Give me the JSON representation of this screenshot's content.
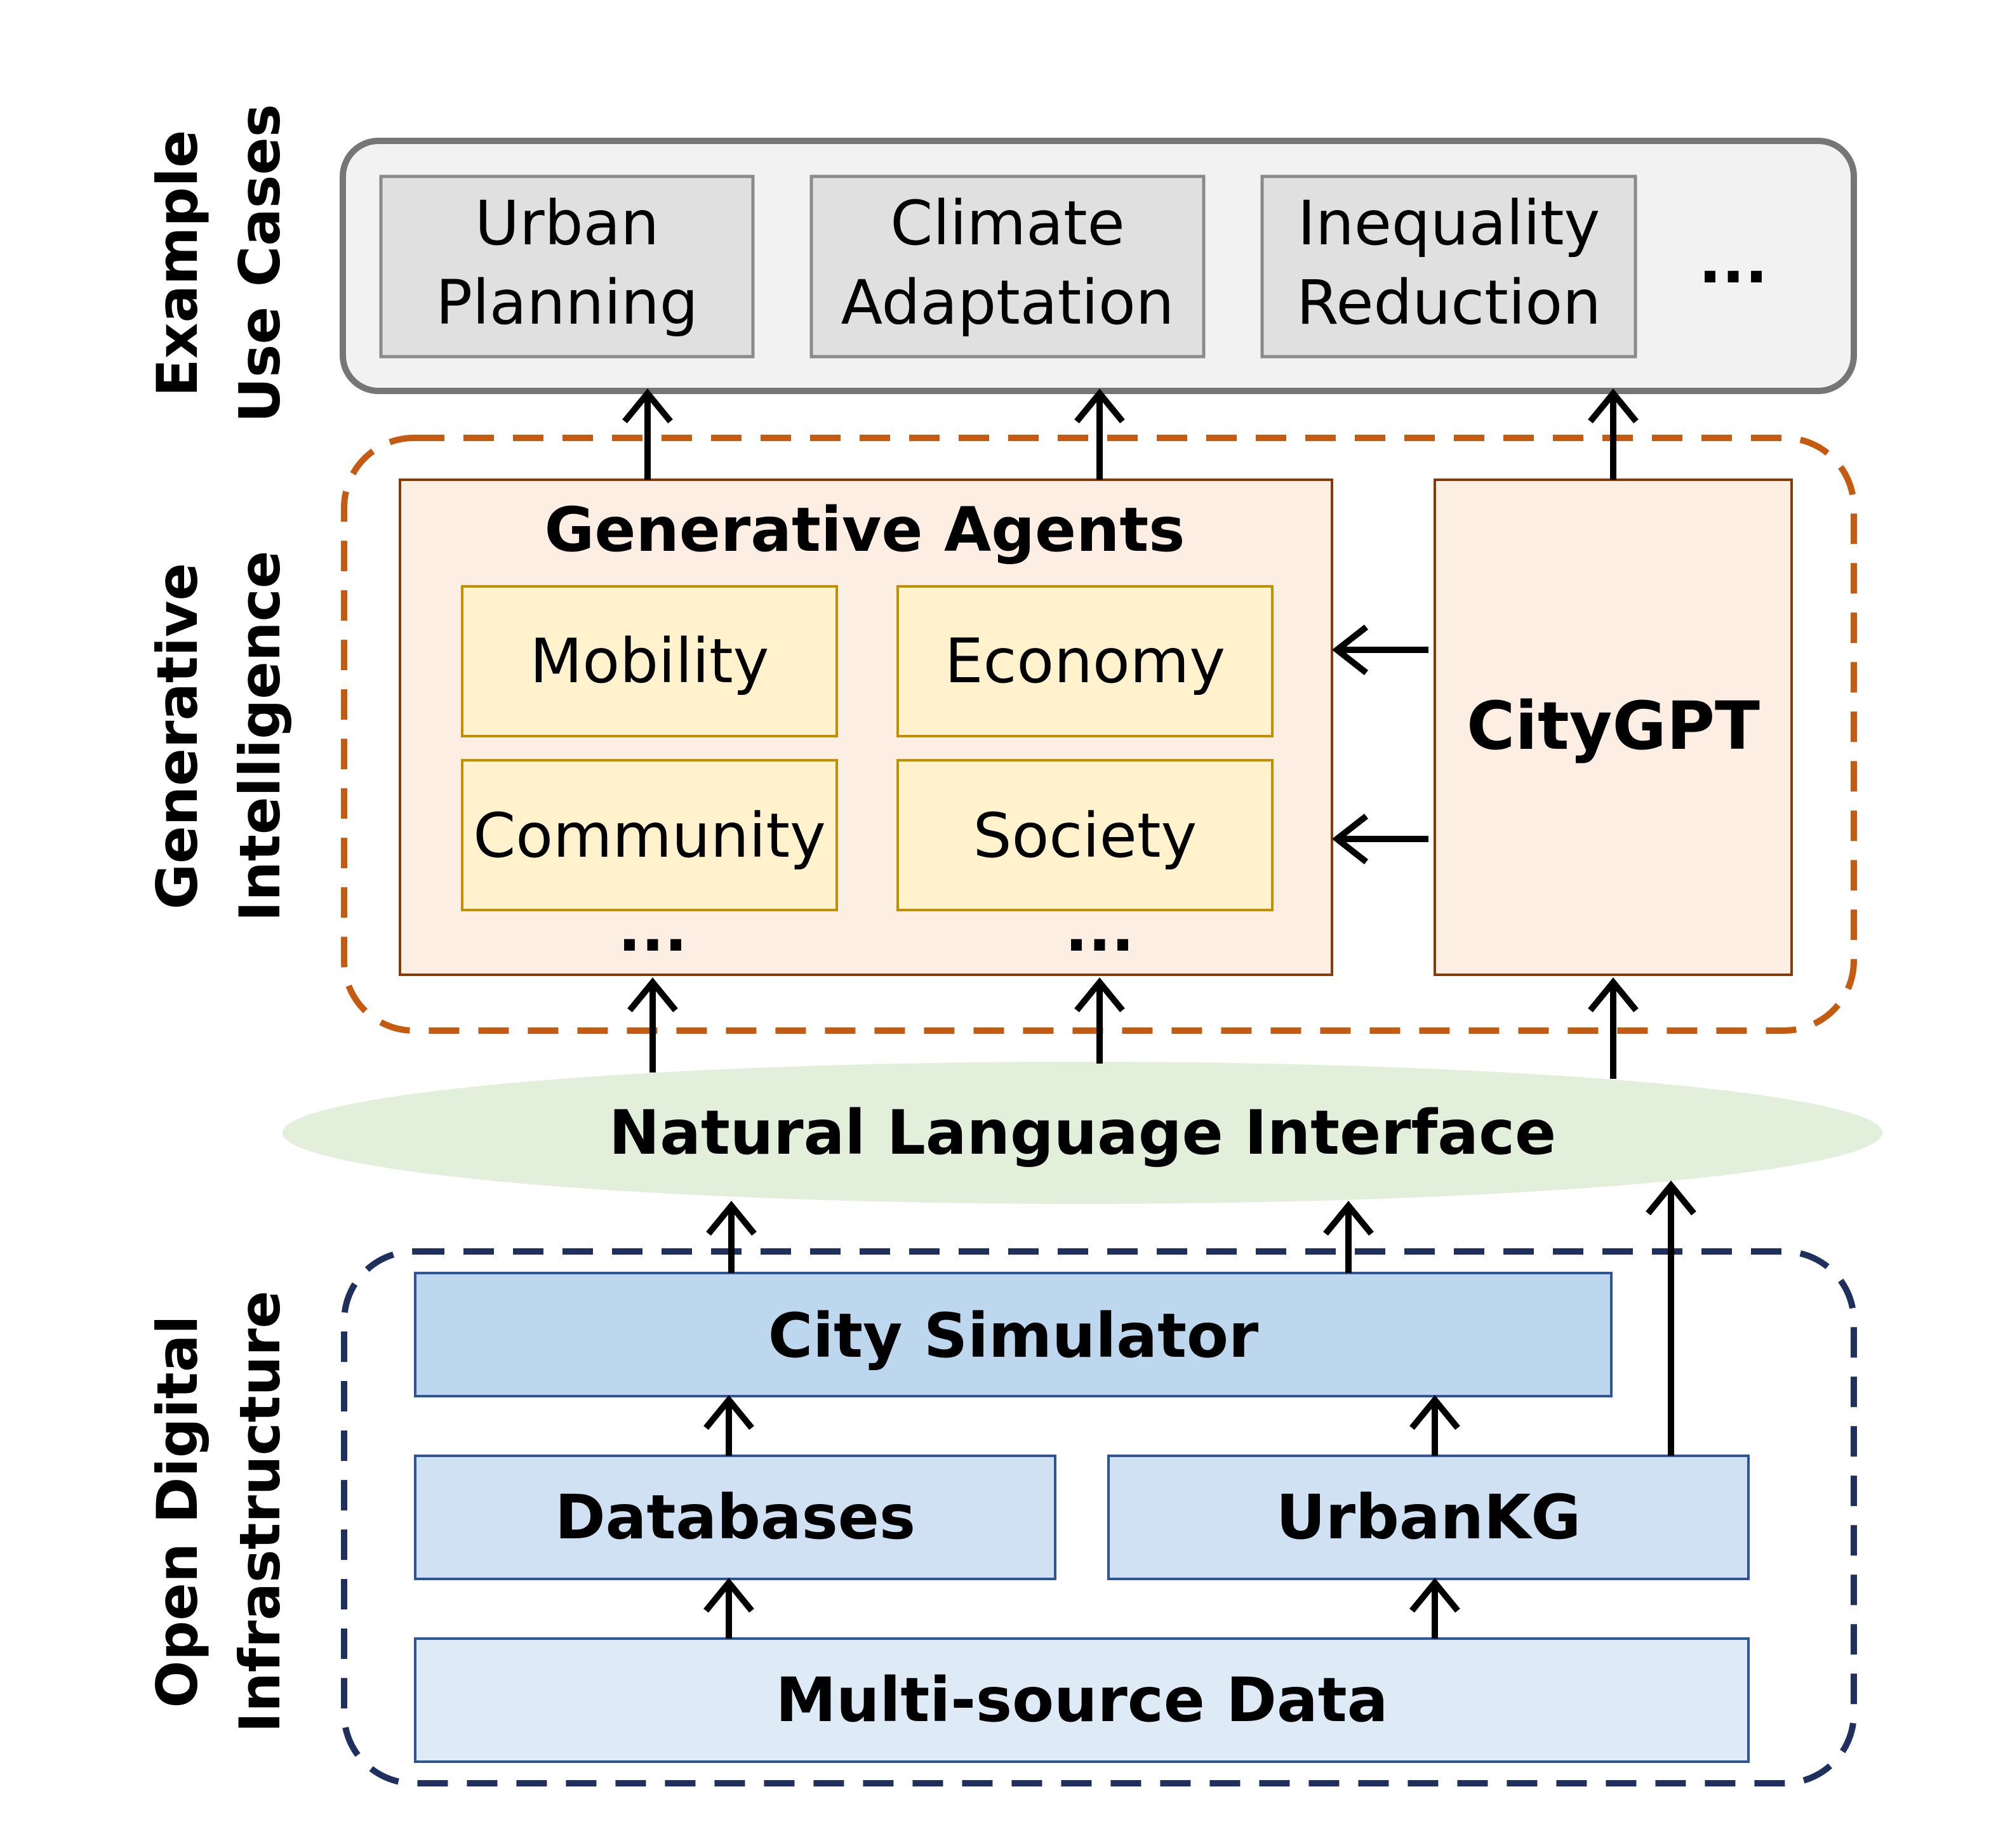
{
  "side_labels": {
    "use_cases": [
      "Example",
      "Use Cases"
    ],
    "generative_intelligence": [
      "Generative",
      "Intelligence"
    ],
    "infrastructure": [
      "Open Digital",
      "Infrastructure"
    ]
  },
  "use_cases": {
    "items": [
      [
        "Urban",
        "Planning"
      ],
      [
        "Climate",
        "Adaptation"
      ],
      [
        "Inequality",
        "Reduction"
      ]
    ],
    "ellipsis": "..."
  },
  "generative_agents": {
    "title": "Generative Agents",
    "modules": [
      "Mobility",
      "Economy",
      "Community",
      "Society"
    ],
    "ellipsis_left": "...",
    "ellipsis_right": "..."
  },
  "citygpt": {
    "label": "CityGPT"
  },
  "interface": {
    "label": "Natural Language Interface"
  },
  "infrastructure": {
    "simulator": "City Simulator",
    "databases": "Databases",
    "urbankg": "UrbanKG",
    "data": "Multi-source Data"
  },
  "colors": {
    "use_case_outer_fill": "#f2f2f2",
    "use_case_outer_stroke": "#767676",
    "use_case_box_fill": "#e0e0e0",
    "use_case_box_stroke": "#8a8a8a",
    "gi_dashed": "#c55a11",
    "agent_fill": "#fdeee4",
    "agent_stroke": "#843c0c",
    "module_fill": "#fff2cc",
    "module_stroke": "#bf9000",
    "interface_fill": "#e2efda",
    "infra_dashed": "#1f2f5e",
    "simulator_fill": "#bdd7ee",
    "mid_fill": "#cfe1f3",
    "data_fill": "#deebf7",
    "infra_stroke": "#2e5597"
  }
}
